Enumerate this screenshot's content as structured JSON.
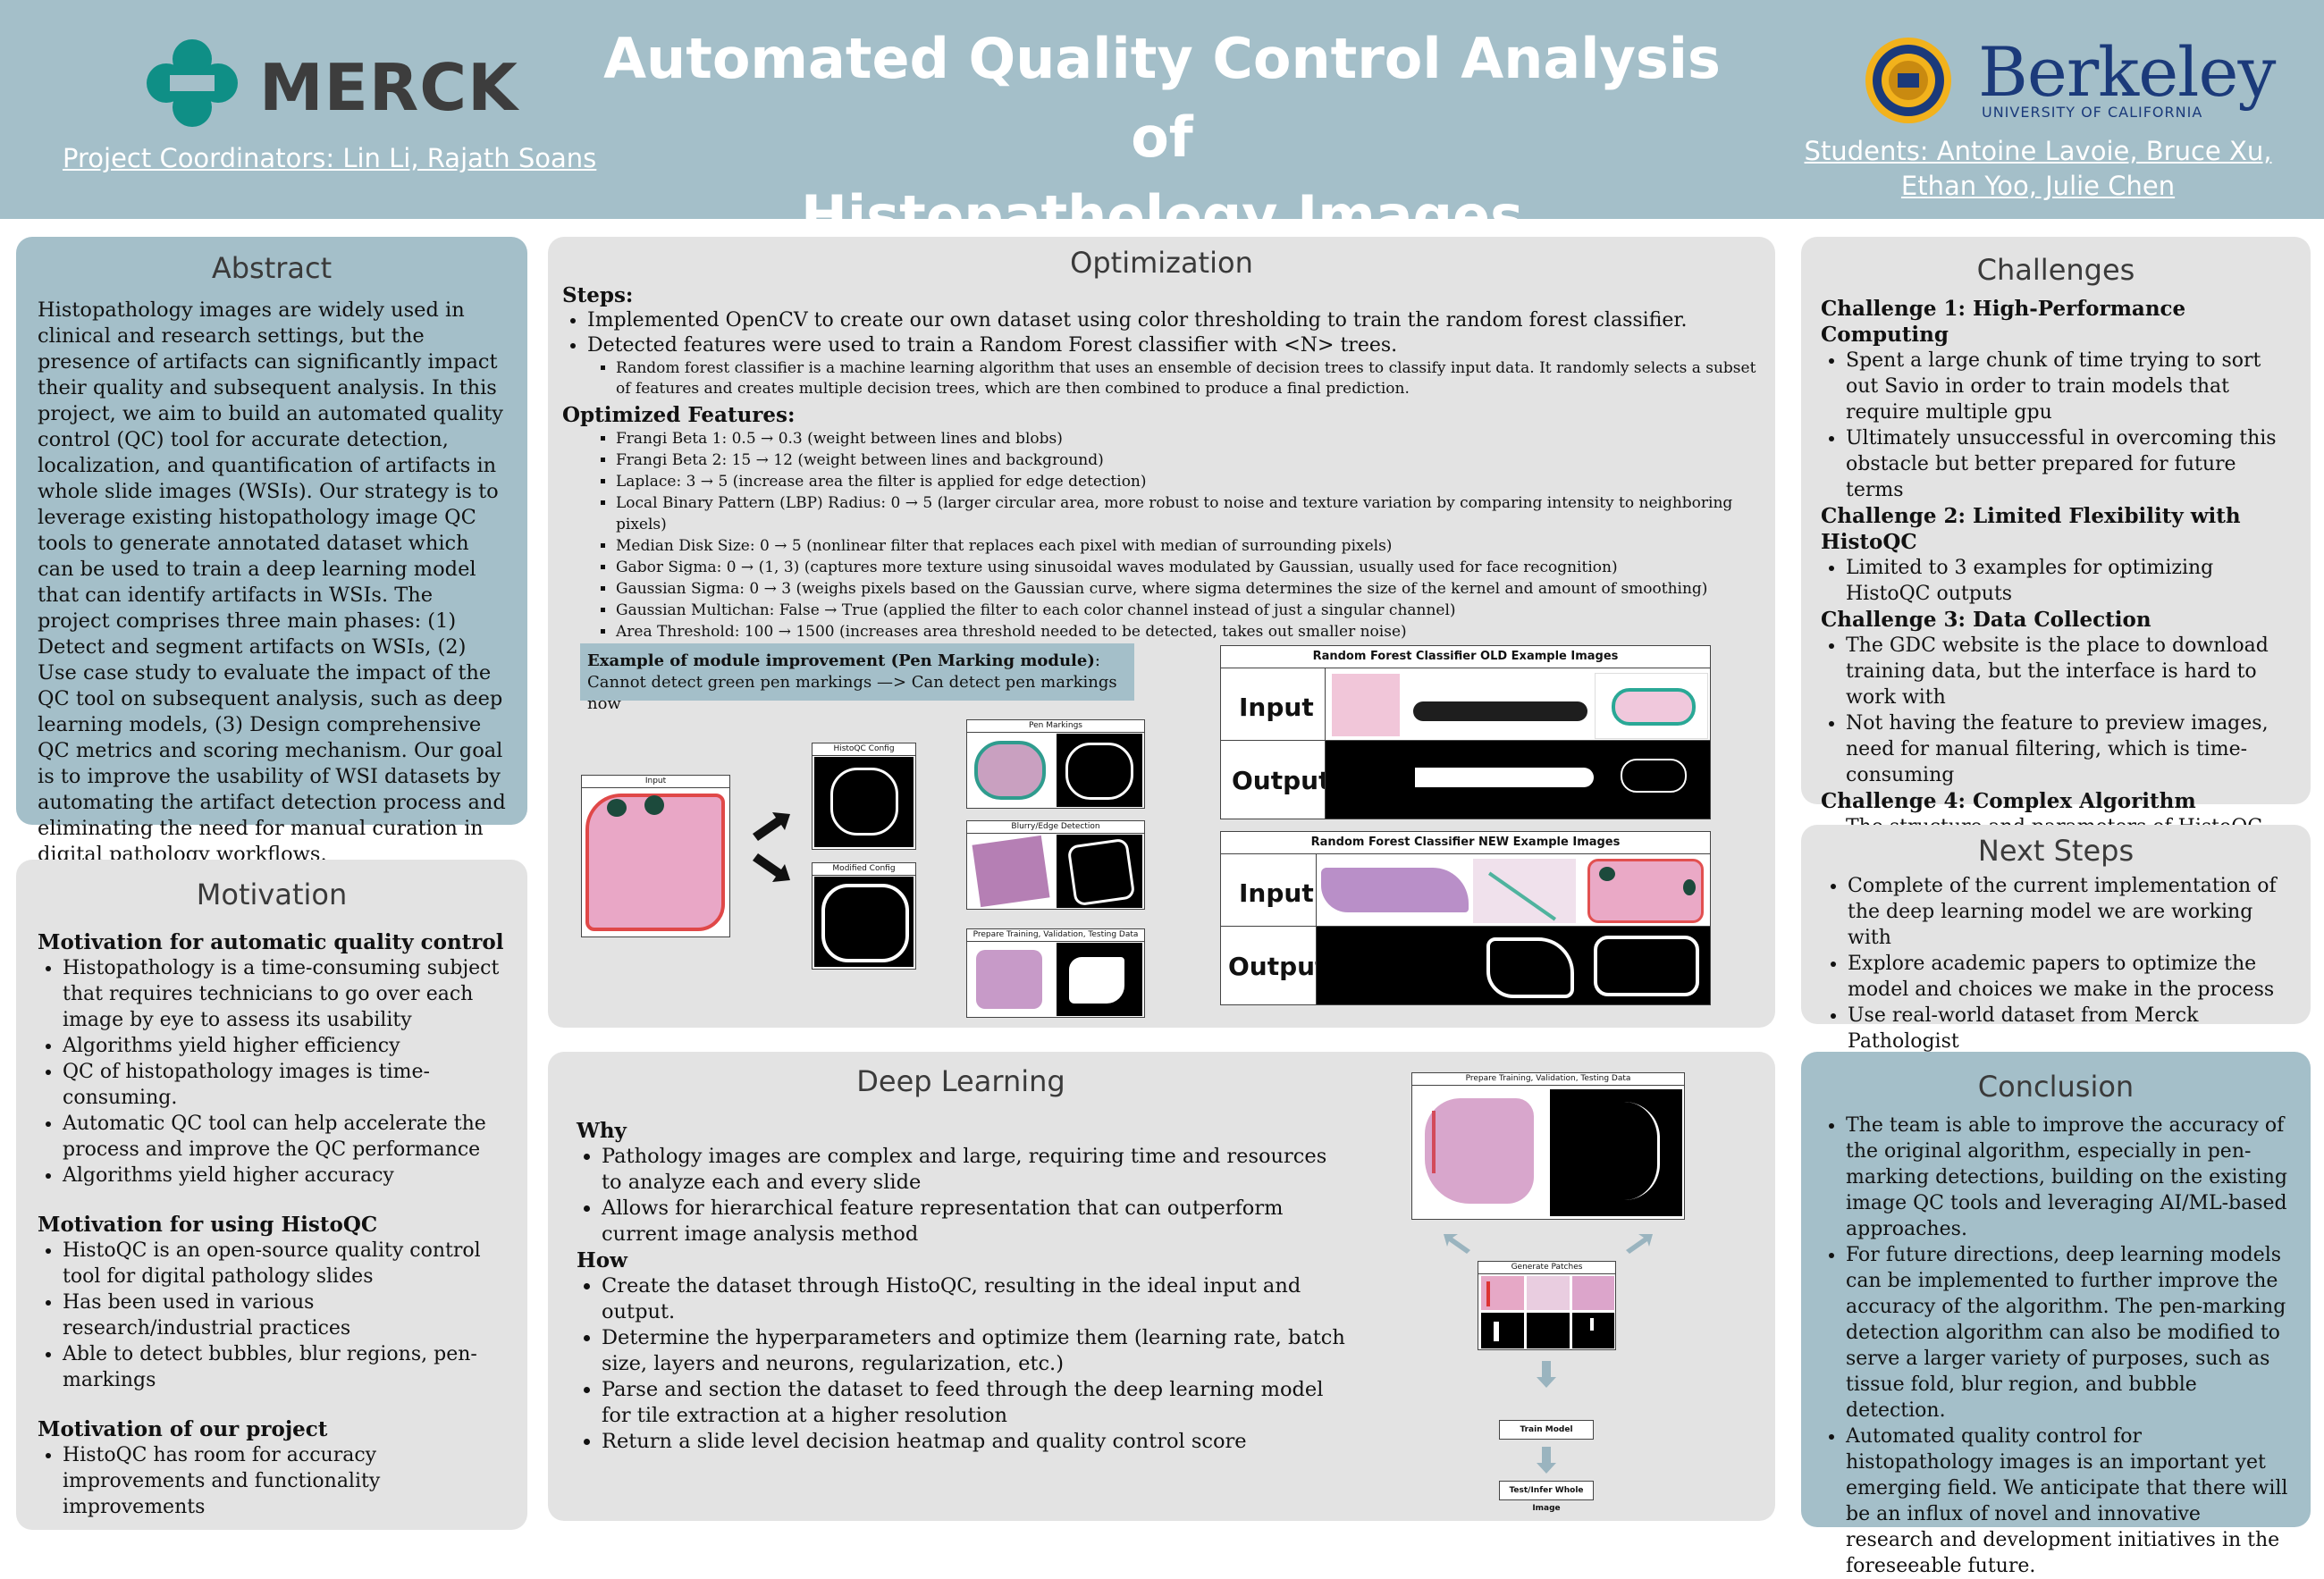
{
  "header": {
    "title_line1": "Automated Quality Control Analysis of",
    "title_line2": "Histopathology Images",
    "merck_logo": "MERCK",
    "coordinators": "Project Coordinators: Lin Li, Rajath Soans",
    "berkeley_logo": "Berkeley",
    "berkeley_sub": "UNIVERSITY OF CALIFORNIA",
    "students_line1": "Students: Antoine Lavoie, Bruce Xu,",
    "students_line2": "Ethan Yoo, Julie Chen"
  },
  "abstract": {
    "title": "Abstract",
    "text": "Histopathology images are widely used in clinical and research settings, but the presence of artifacts can significantly impact their quality and subsequent analysis. In this project, we aim to build an automated quality control (QC) tool for accurate detection, localization, and quantification of artifacts in whole slide images (WSIs). Our strategy is to leverage existing histopathology image QC tools to generate annotated dataset which can be used to train a deep learning model that can identify artifacts in WSIs. The project comprises three main phases: (1) Detect and segment artifacts on WSIs, (2) Use case study to evaluate the impact of the QC tool on subsequent analysis, such as deep learning models, (3) Design comprehensive QC metrics and scoring mechanism. Our goal is to improve the usability of WSI datasets by automating the artifact detection process and eliminating the need for manual curation in digital pathology workflows."
  },
  "motivation": {
    "title": "Motivation",
    "h1": "Motivation for automatic quality control",
    "items1": [
      "Histopathology is a time-consuming subject that requires technicians to go over each image by eye to assess its usability",
      "Algorithms yield higher efficiency",
      "QC of histopathology images is time-consuming.",
      "Automatic QC tool can help accelerate the process and improve the QC performance",
      "Algorithms yield higher accuracy"
    ],
    "h2": "Motivation for using HistoQC",
    "items2": [
      "HistoQC is an open-source quality control tool for digital pathology slides",
      "Has been used in various research/industrial practices",
      "Able to detect bubbles, blur regions, pen-markings"
    ],
    "h3": "Motivation of our project",
    "items3": [
      "HistoQC has room for accuracy improvements and functionality improvements"
    ]
  },
  "optimization": {
    "title": "Optimization",
    "steps_label": "Steps:",
    "steps": [
      "Implemented OpenCV to create our own dataset using color thresholding to train the random forest classifier.",
      "Detected features were used to train a Random Forest classifier with <N> trees."
    ],
    "steps_sub": "Random forest classifier is a machine learning algorithm that uses an ensemble of decision trees to classify input data. It randomly selects a subset of features and creates multiple decision trees, which are then combined to produce a final prediction.",
    "features_label": "Optimized Features:",
    "features": [
      "Frangi Beta 1: 0.5 → 0.3 (weight between lines and blobs)",
      "Frangi Beta 2: 15 → 12 (weight between lines and background)",
      "Laplace: 3 → 5 (increase area the filter is applied for edge detection)",
      "Local Binary Pattern (LBP) Radius: 0 → 5 (larger circular area, more robust to noise and texture variation by comparing intensity to neighboring pixels)",
      "Median Disk Size: 0 → 5 (nonlinear filter that replaces each pixel with median of surrounding pixels)",
      "Gabor Sigma: 0 → (1, 3) (captures more texture using sinusoidal waves modulated by Gaussian, usually used for face recognition)",
      "Gaussian Sigma: 0 → 3 (weighs pixels based on the Gaussian curve, where sigma determines the size of the kernel and amount of smoothing)",
      "Gaussian Multichan: False → True (applied the filter to each color channel instead of just a singular channel)",
      "Area Threshold: 100 → 1500 (increases area threshold needed to be detected, takes out smaller noise)"
    ],
    "example_title": "Example of module improvement (Pen Marking module)",
    "example_colon": ":",
    "example_text": "Cannot detect green pen markings —> Can detect pen markings now",
    "fig_input": "Input",
    "fig_histoqc": "HistoQC Config",
    "fig_modified": "Modified Config",
    "fig_pen": "Pen Markings",
    "fig_blur": "Blurry/Edge Detection",
    "fig_prepare": "Prepare Training, Validation, Testing Data",
    "old_title": "Random Forest Classifier OLD Example Images",
    "new_title": "Random Forest Classifier NEW Example Images",
    "row_input": "Input",
    "row_output": "Output"
  },
  "deep_learning": {
    "title": "Deep Learning",
    "why": "Why",
    "why_items": [
      "Pathology images are complex and large, requiring time and resources to analyze each and every slide",
      "Allows for hierarchical feature representation that can outperform current image analysis method"
    ],
    "how": "How",
    "how_items": [
      "Create the dataset through HistoQC, resulting in the ideal input and output.",
      "Determine the hyperparameters and optimize them (learning rate, batch size, layers and neurons, regularization, etc.)",
      "Parse and section the dataset to feed through the deep learning model for tile extraction at a higher resolution",
      "Return a slide level decision heatmap and quality control score"
    ],
    "flow_prepare": "Prepare Training, Validation, Testing Data",
    "flow_patches": "Generate Patches",
    "flow_train": "Train Model",
    "flow_test": "Test/Infer Whole Image"
  },
  "challenges": {
    "title": "Challenges",
    "c1": "Challenge 1: High-Performance Computing",
    "c1_items": [
      "Spent a large chunk of time trying to sort out Savio in order to train models that require multiple gpu",
      "Ultimately unsuccessful in overcoming this obstacle but better prepared for future terms"
    ],
    "c2": "Challenge 2: Limited Flexibility with HistoQC",
    "c2_items": [
      "Limited to 3 examples for optimizing HistoQC outputs"
    ],
    "c3": "Challenge 3: Data Collection",
    "c3_items": [
      "The GDC website is the place to download training data, but the interface is hard to work with",
      "Not having the feature to preview images, need for manual filtering, which is time-consuming"
    ],
    "c4": "Challenge 4: Complex Algorithm",
    "c4_items": [
      "The structure and parameters of HistoQC were difficult to interpret"
    ]
  },
  "next_steps": {
    "title": "Next Steps",
    "items": [
      "Complete of the current implementation of the deep learning model we are working with",
      "Explore academic papers to optimize the model and choices we make in the process",
      "Use real-world dataset from Merck Pathologist"
    ]
  },
  "conclusion": {
    "title": "Conclusion",
    "items": [
      "The team is able to improve the accuracy of the original algorithm, especially in pen-marking detections, building on the existing image QC tools and leveraging AI/ML-based approaches.",
      "For future directions, deep learning models can be implemented to further improve the accuracy of the algorithm. The pen-marking detection algorithm can also be modified to serve a larger variety of purposes, such as tissue fold, blur region, and bubble detection.",
      "Automated quality control for histopathology images is an important yet emerging field. We anticipate that there will be an influx of novel and innovative research and development initiatives in the foreseeable future."
    ]
  },
  "colors": {
    "header_bg": "#a4bfc9",
    "panel_blue": "#a4bfc9",
    "panel_grey": "#e3e3e3",
    "merck_teal": "#0f8f86",
    "berkeley_blue": "#1b3a7a",
    "berkeley_gold": "#f2b21c"
  }
}
